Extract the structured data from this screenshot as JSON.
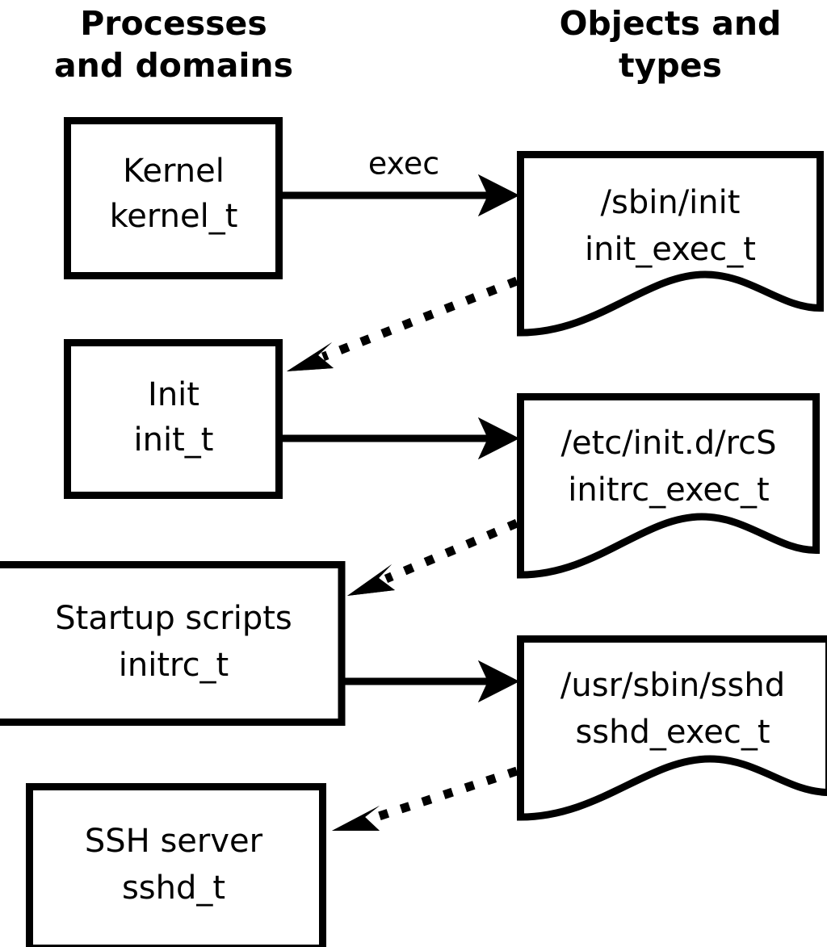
{
  "diagram": {
    "title_left": "Processes\nand domains",
    "columns": [
      {
        "id": "processes",
        "line1": "Processes",
        "line2": "and domains"
      },
      {
        "id": "objects",
        "line1": "Objects and",
        "line2": "types"
      }
    ],
    "process_nodes": [
      {
        "id": "kernel",
        "line1": "Kernel",
        "line2": "kernel_t"
      },
      {
        "id": "init",
        "line1": "Init",
        "line2": "init_t"
      },
      {
        "id": "initrc",
        "line1": "Startup scripts",
        "line2": "initrc_t"
      },
      {
        "id": "sshd",
        "line1": "SSH server",
        "line2": "sshd_t"
      }
    ],
    "object_nodes": [
      {
        "id": "init_exec",
        "line1": "/sbin/init",
        "line2": "init_exec_t"
      },
      {
        "id": "initrc_exec",
        "line1": "/etc/init.d/rcS",
        "line2": "initrc_exec_t"
      },
      {
        "id": "sshd_exec",
        "line1": "/usr/sbin/sshd",
        "line2": "sshd_exec_t"
      }
    ],
    "edges": [
      {
        "id": "kernel-exec-init_exec",
        "label": "exec",
        "style": "solid",
        "from": "kernel",
        "to": "init_exec"
      },
      {
        "id": "init_exec-transition-init",
        "label": "",
        "style": "dotted",
        "from": "init_exec",
        "to": "init"
      },
      {
        "id": "init-exec-initrc_exec",
        "label": "",
        "style": "solid",
        "from": "init",
        "to": "initrc_exec"
      },
      {
        "id": "initrc_exec-transition-initrc",
        "label": "",
        "style": "dotted",
        "from": "initrc_exec",
        "to": "initrc"
      },
      {
        "id": "initrc-exec-sshd_exec",
        "label": "",
        "style": "solid",
        "from": "initrc",
        "to": "sshd_exec"
      },
      {
        "id": "sshd_exec-transition-sshd",
        "label": "",
        "style": "dotted",
        "from": "sshd_exec",
        "to": "sshd"
      }
    ],
    "colors": {
      "stroke": "#000000",
      "fill": "#ffffff",
      "background": "#ffffff"
    }
  }
}
